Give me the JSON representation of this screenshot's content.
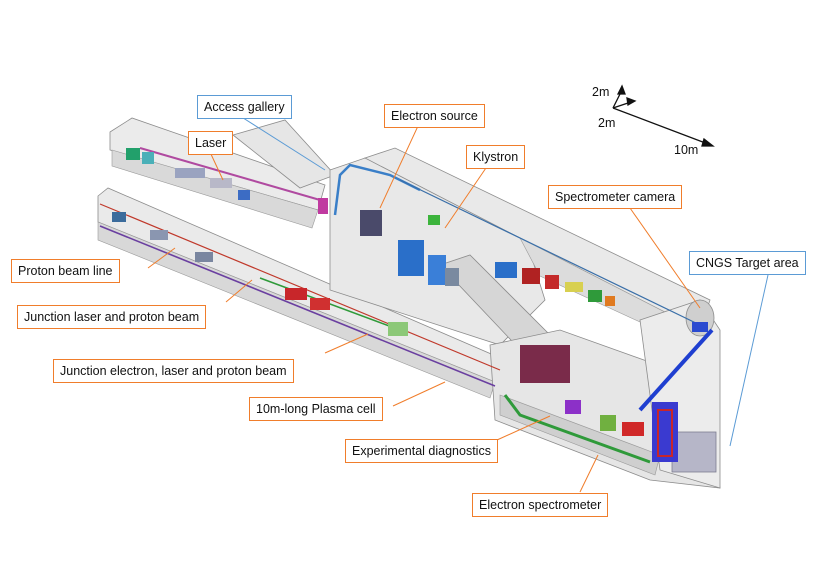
{
  "labels": {
    "access_gallery": "Access gallery",
    "electron_source": "Electron source",
    "laser": "Laser",
    "klystron": "Klystron",
    "spectrometer_camera": "Spectrometer camera",
    "cngs_target_area": "CNGS Target area",
    "proton_beam_line": "Proton beam line",
    "junction_laser_proton": "Junction laser and proton beam",
    "junction_electron_laser_proton": "Junction electron, laser and proton beam",
    "plasma_cell": "10m-long Plasma cell",
    "experimental_diagnostics": "Experimental diagnostics",
    "electron_spectrometer": "Electron spectrometer"
  },
  "scale": {
    "up": "2m",
    "side": "2m",
    "long": "10m"
  },
  "colors": {
    "callout_border_orange": "#f07d2b",
    "callout_border_blue": "#5b9bd5",
    "tunnel_wall": "#e4e4e4",
    "tunnel_edge": "#8c8c8c",
    "laser_line": "#b04aa0",
    "proton_line": "#6a3fa0",
    "electron_line": "#3a7fc8",
    "diagnostics_floor": "#2f9a3a",
    "klystron_blue": "#2a6fc9",
    "magnet_red": "#c8262a",
    "spectrometer_magnet": "#7a2b4a"
  }
}
